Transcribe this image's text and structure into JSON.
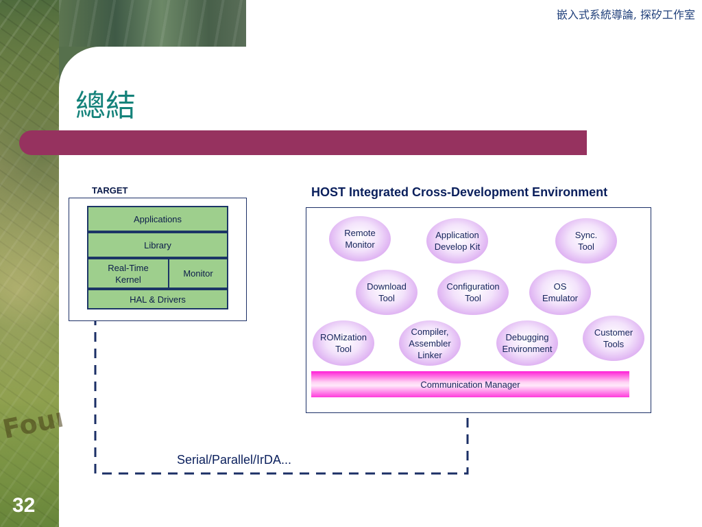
{
  "header": {
    "text": "嵌入式系統導論, 探矽工作室"
  },
  "slide": {
    "title": "總結",
    "page_number": "32",
    "background_text": "Foun Em"
  },
  "target": {
    "label": "TARGET",
    "layers": {
      "applications": "Applications",
      "library": "Library",
      "rtk": "Real-Time\nKernel",
      "monitor": "Monitor",
      "hal": "HAL & Drivers"
    }
  },
  "host": {
    "title": "HOST Integrated Cross-Development Environment",
    "tools": {
      "remote_monitor": "Remote\nMonitor",
      "app_dev_kit": "Application\nDevelop Kit",
      "sync_tool": "Sync.\nTool",
      "download_tool": "Download\nTool",
      "config_tool": "Configuration\nTool",
      "os_emulator": "OS\nEmulator",
      "romization_tool": "ROMization\nTool",
      "compiler": "Compiler,\nAssembler\nLinker",
      "debugging_env": "Debugging\nEnvironment",
      "customer_tools": "Customer\nTools"
    },
    "comm_manager": "Communication Manager"
  },
  "link": {
    "label": "Serial/Parallel/IrDA..."
  },
  "colors": {
    "title_bar": "#96325f",
    "title_text": "#14827a",
    "layer_fill": "#9ecf8d",
    "tool_fill": "#d9a5f0",
    "comm_bar": "#ff1ed6",
    "link_line": "#1b2f66"
  }
}
